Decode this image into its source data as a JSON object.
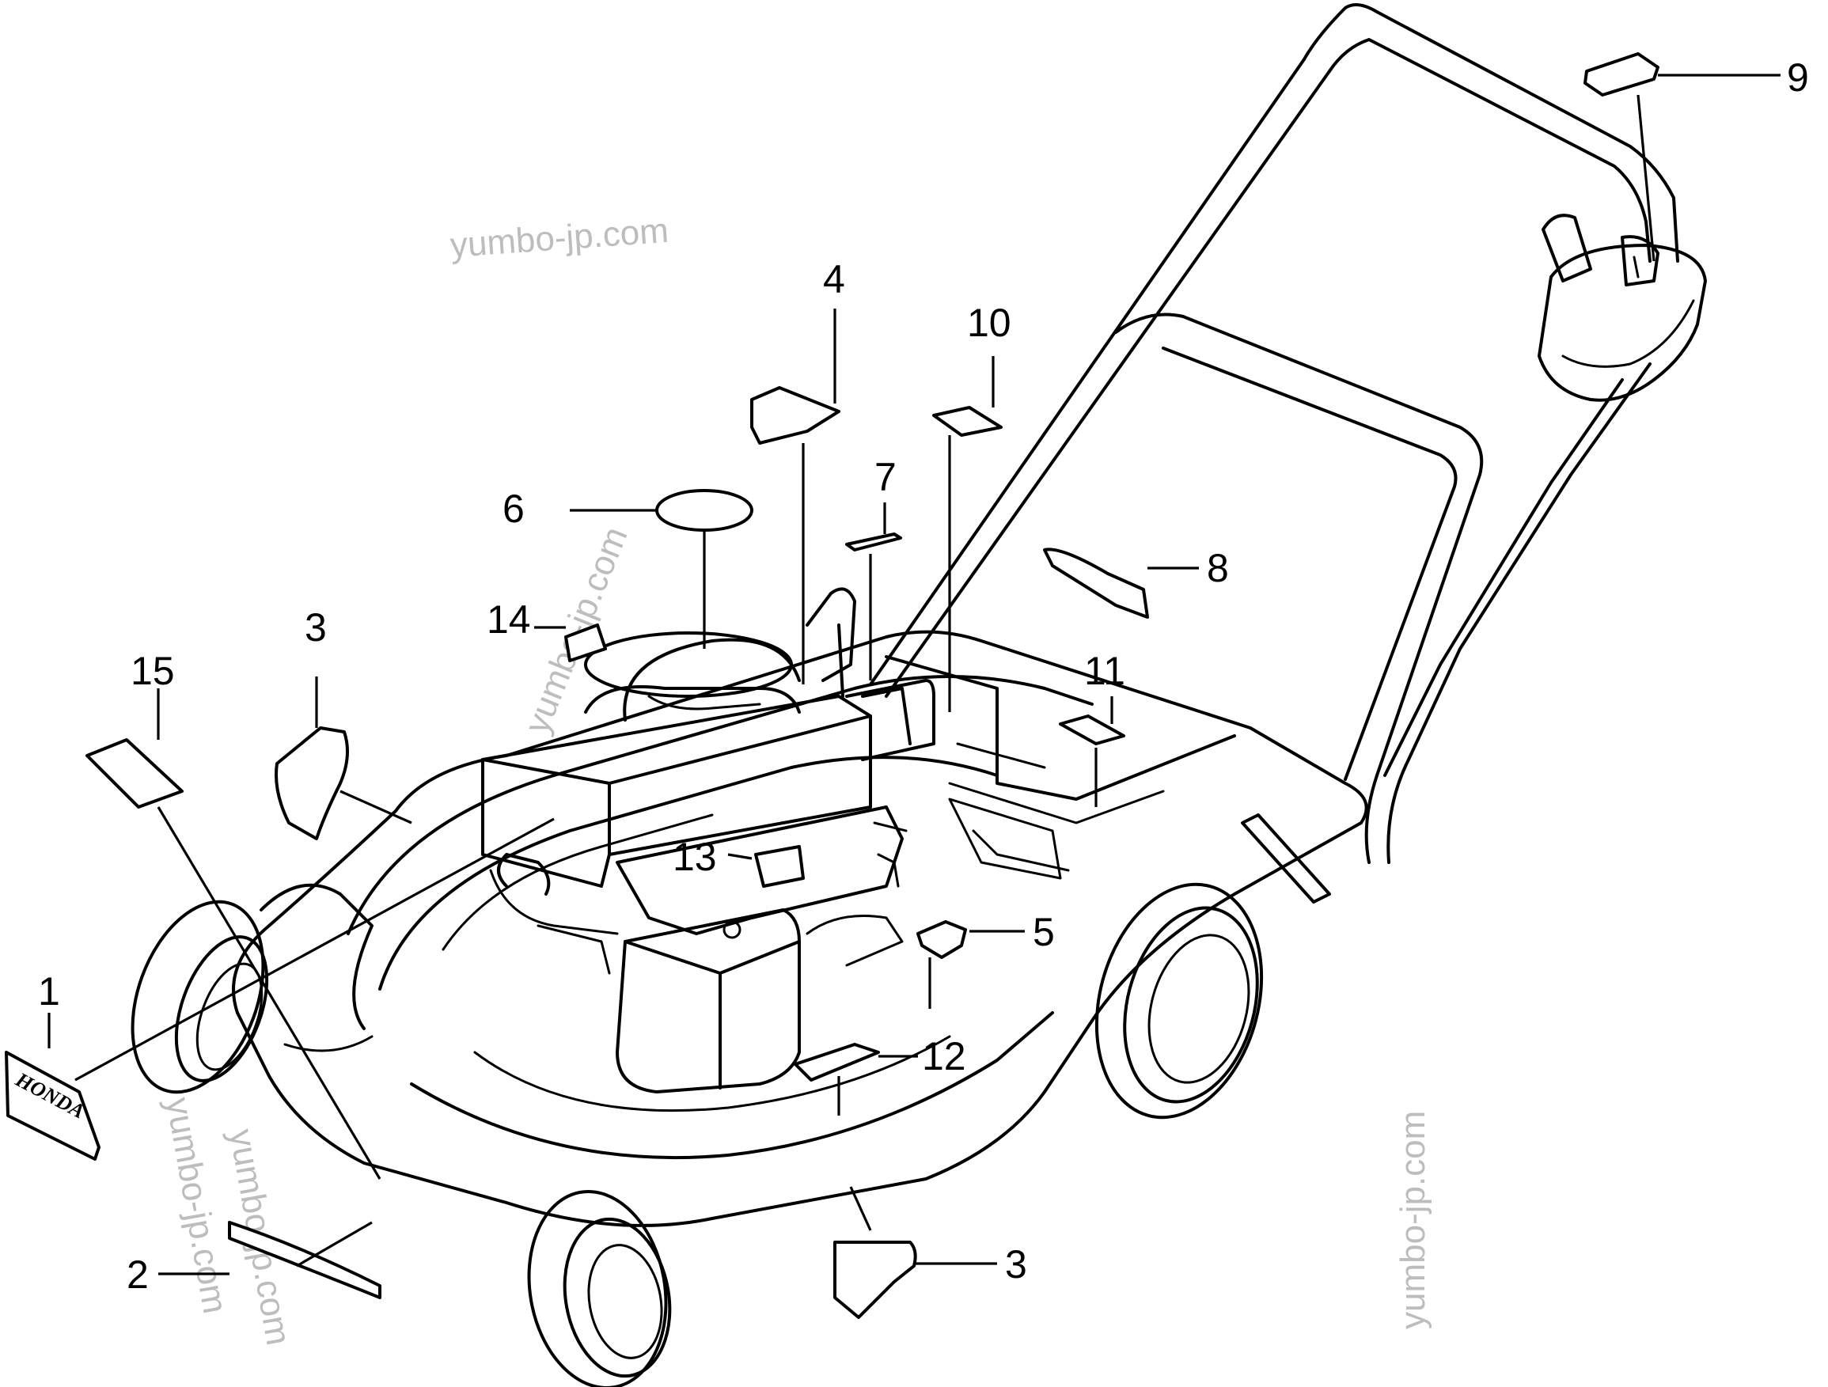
{
  "watermarks": [
    "yumbo-jp.com",
    "yumbo-jp.com",
    "yumbo-jp.com",
    "yumbo-jp.com",
    "yumbo-jp.com"
  ],
  "brand_text": "HONDA",
  "callouts": [
    "1",
    "2",
    "3",
    "3",
    "4",
    "5",
    "6",
    "7",
    "8",
    "9",
    "10",
    "11",
    "12",
    "13",
    "14",
    "15"
  ]
}
